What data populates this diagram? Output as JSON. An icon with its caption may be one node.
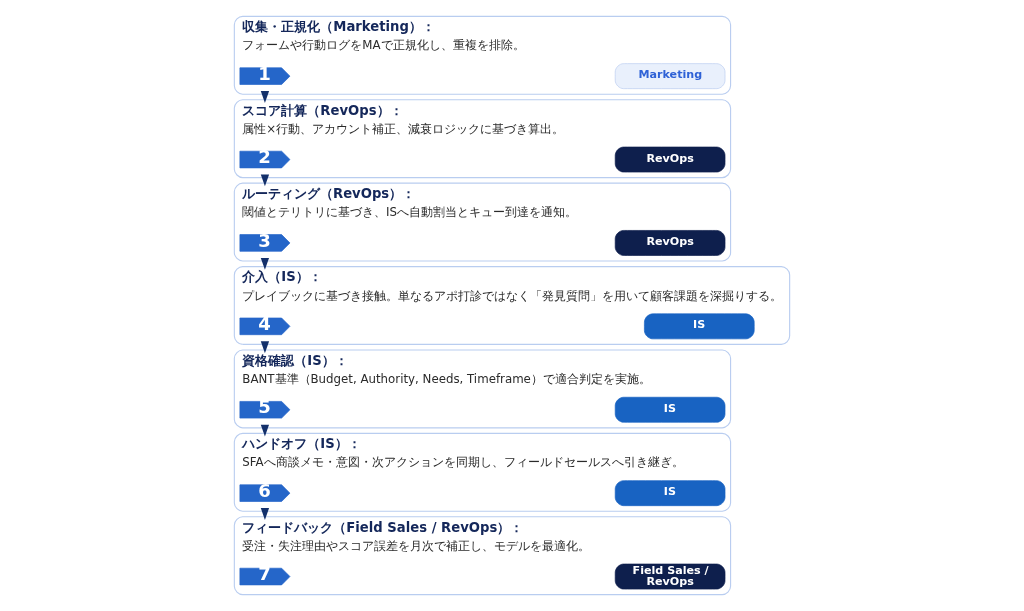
{
  "diagram": {
    "nodes": [
      {
        "text": [
          "収集・正規化（Marketing）：",
          "フォームや行動ログをMAで正規化し、重複を排除。"
        ]
      },
      {
        "text": [
          "1"
        ],
        "in": 0
      },
      {
        "text": [
          "Marketing"
        ],
        "in": 0
      },
      {
        "text": [
          "スコア計算（RevOps）：",
          "属性×行動、アカウント補正、減衰ロジックに基づき算出。"
        ]
      },
      {
        "text": [
          "2"
        ],
        "in": 3
      },
      {
        "text": [
          "RevOps"
        ],
        "in": 3
      },
      {
        "text": [
          "ルーティング（RevOps）：",
          "閾値とテリトリに基づき、ISへ自動割当とキュー到達を通知。"
        ]
      },
      {
        "text": [
          "3"
        ],
        "in": 6
      },
      {
        "text": [
          "RevOps"
        ],
        "in": 6
      },
      {
        "text": [
          "介入（IS）：",
          "プレイブックに基づき接触。単なるアポ打診ではなく「発見質問」を用いて顧客課題を深掘りする。"
        ]
      },
      {
        "text": [
          "4"
        ],
        "in": 9
      },
      {
        "text": [
          "IS"
        ],
        "in": 9
      },
      {
        "text": [
          "資格確認（IS）：",
          "BANT基準（Budget, Authority, Needs, Timeframe）で適合判定を実施。"
        ]
      },
      {
        "text": [
          "5"
        ],
        "in": 12
      },
      {
        "text": [
          "IS"
        ],
        "in": 12
      },
      {
        "text": [
          "ハンドオフ（IS）：",
          "SFAへ商談メモ・意図・次アクションを同期し、フィールドセールスへ引き継ぎ。"
        ]
      },
      {
        "text": [
          "6"
        ],
        "in": 15
      },
      {
        "text": [
          "IS"
        ],
        "in": 15
      },
      {
        "text": [
          "フィードバック（Field Sales / RevOps）：",
          "受注・失注理由やスコア誤差を月次で補正し、モデルを最適化。"
        ]
      },
      {
        "text": [
          "7"
        ],
        "in": 18
      },
      {
        "text": [
          "Field Sales / RevOps"
        ],
        "in": 18
      }
    ],
    "edges": [
      {
        "from": 0,
        "to": 3,
        "arrow": "to"
      },
      {
        "from": 3,
        "to": 6,
        "arrow": "to"
      },
      {
        "from": 6,
        "to": 9,
        "arrow": "to"
      },
      {
        "from": 9,
        "to": 12,
        "arrow": "to"
      },
      {
        "from": 12,
        "to": 15,
        "arrow": "to"
      },
      {
        "from": 15,
        "to": 18,
        "arrow": "to"
      }
    ]
  }
}
